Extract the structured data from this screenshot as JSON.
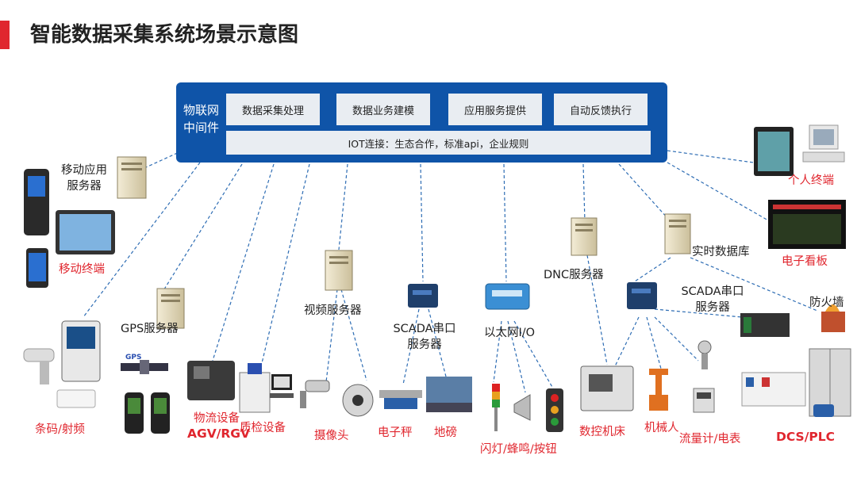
{
  "title": "智能数据采集系统场景示意图",
  "iot": {
    "label": "物联网中间件",
    "modules": [
      "数据采集处理",
      "数据业务建模",
      "应用服务提供",
      "自动反馈执行"
    ],
    "connection": "IOT连接：生态合作，标准api，企业规则"
  },
  "servers": {
    "mobile_app": "移动应用服务器",
    "gps": "GPS服务器",
    "video": "视频服务器",
    "scada1": "SCADA串口服务器",
    "ethernet_io": "以太网I/O",
    "dnc": "DNC服务器",
    "realtime_db": "实时数据库",
    "scada2": "SCADA串口服务器",
    "firewall": "防火墙"
  },
  "endpoints": {
    "personal_terminal": "个人终端",
    "e_board": "电子看板",
    "mobile_terminal": "移动终端",
    "barcode_rfid": "条码/射频",
    "logistics_line1": "物流设备",
    "logistics_line2": "AGV/RGV",
    "quality_equipment": "质检设备",
    "camera": "摄像头",
    "e_scale": "电子秤",
    "weighbridge": "地磅",
    "lamp_buzzer_button": "闪灯/蜂鸣/按钮",
    "cnc_machine": "数控机床",
    "robot": "机械人",
    "flowmeter_meter": "流量计/电表",
    "dcs_plc": "DCS/PLC"
  },
  "icon_labels": {
    "gps_device": "GPS"
  },
  "colors": {
    "accent_red": "#e0262e",
    "iot_blue": "#0f54a8",
    "module_bg": "#e9edf2",
    "dash_blue": "#2e6db4"
  }
}
